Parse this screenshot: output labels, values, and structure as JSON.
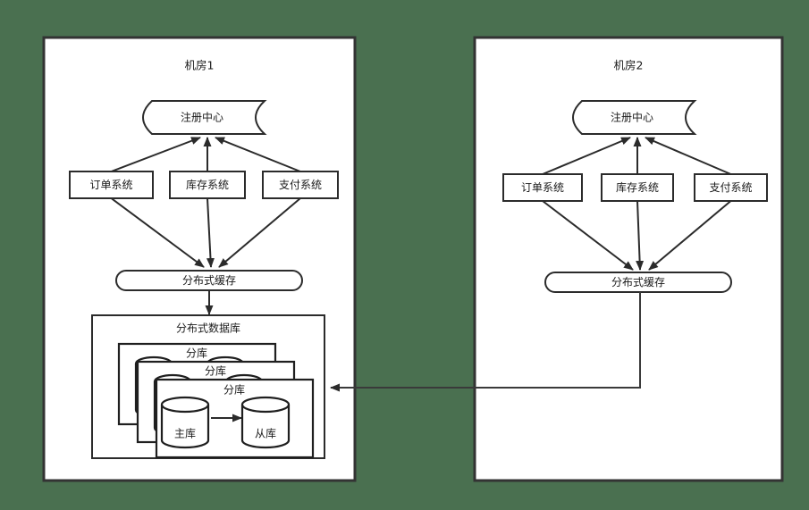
{
  "diagram": {
    "type": "architecture-diagram",
    "background_color": "#4a7050",
    "shape_fill": "#ffffff",
    "stroke_color": "#2b2b2b",
    "containers": [
      {
        "id": "dc1",
        "title": "机房1",
        "registry": "注册中心",
        "services": [
          "订单系统",
          "库存系统",
          "支付系统"
        ],
        "cache": "分布式缓存",
        "database": {
          "title": "分布式数据库",
          "shards": [
            "分库",
            "分库",
            "分库"
          ],
          "master": "主库",
          "slave": "从库"
        }
      },
      {
        "id": "dc2",
        "title": "机房2",
        "registry": "注册中心",
        "services": [
          "订单系统",
          "库存系统",
          "支付系统"
        ],
        "cache": "分布式缓存",
        "database": null
      }
    ],
    "cross_link": {
      "from": "dc2-cache",
      "to": "dc1-database",
      "direction": "right-to-left"
    }
  }
}
